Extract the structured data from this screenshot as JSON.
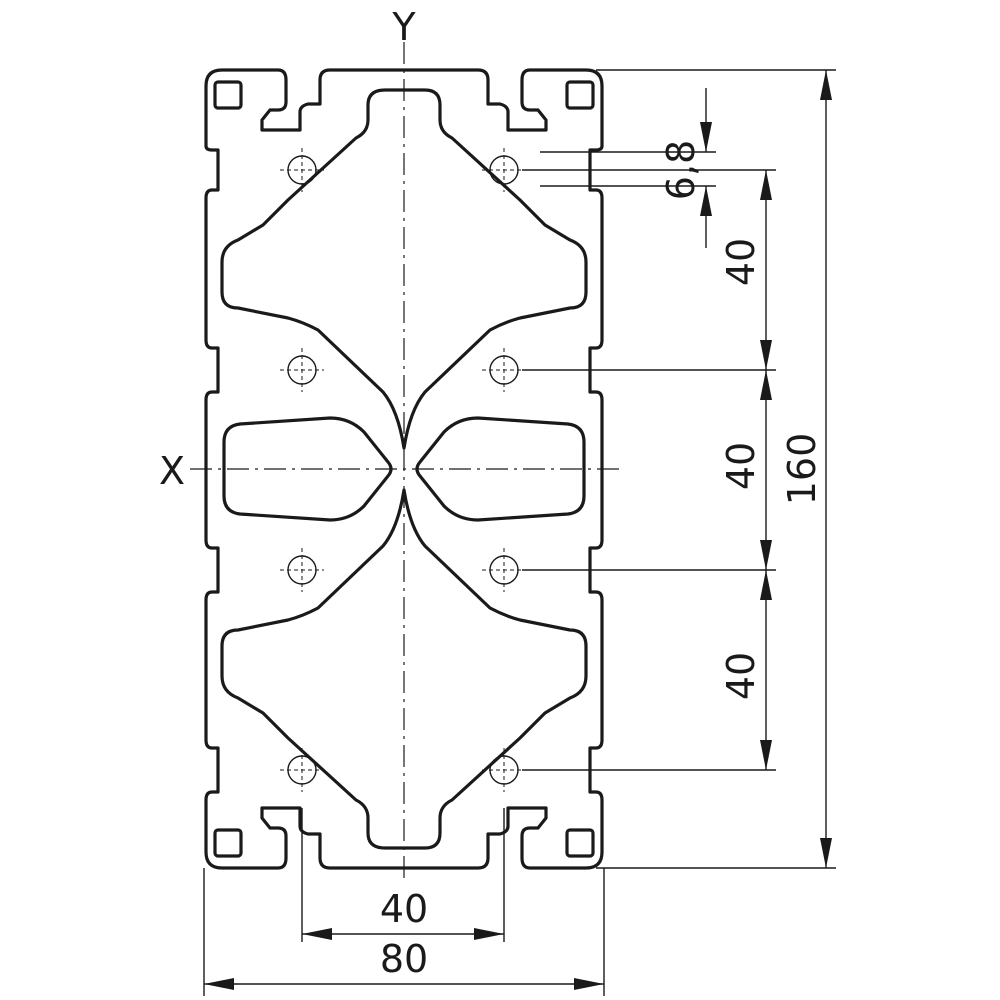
{
  "axes": {
    "y_label": "Y",
    "x_label": "X"
  },
  "dimensions": {
    "total_height": "160",
    "pitch_top": "40",
    "pitch_middle": "40",
    "pitch_bottom": "40",
    "slot_width": "6,8",
    "hole_spacing": "40",
    "total_width": "80"
  },
  "colors": {
    "line": "#1a1a1a",
    "background": "#ffffff"
  }
}
